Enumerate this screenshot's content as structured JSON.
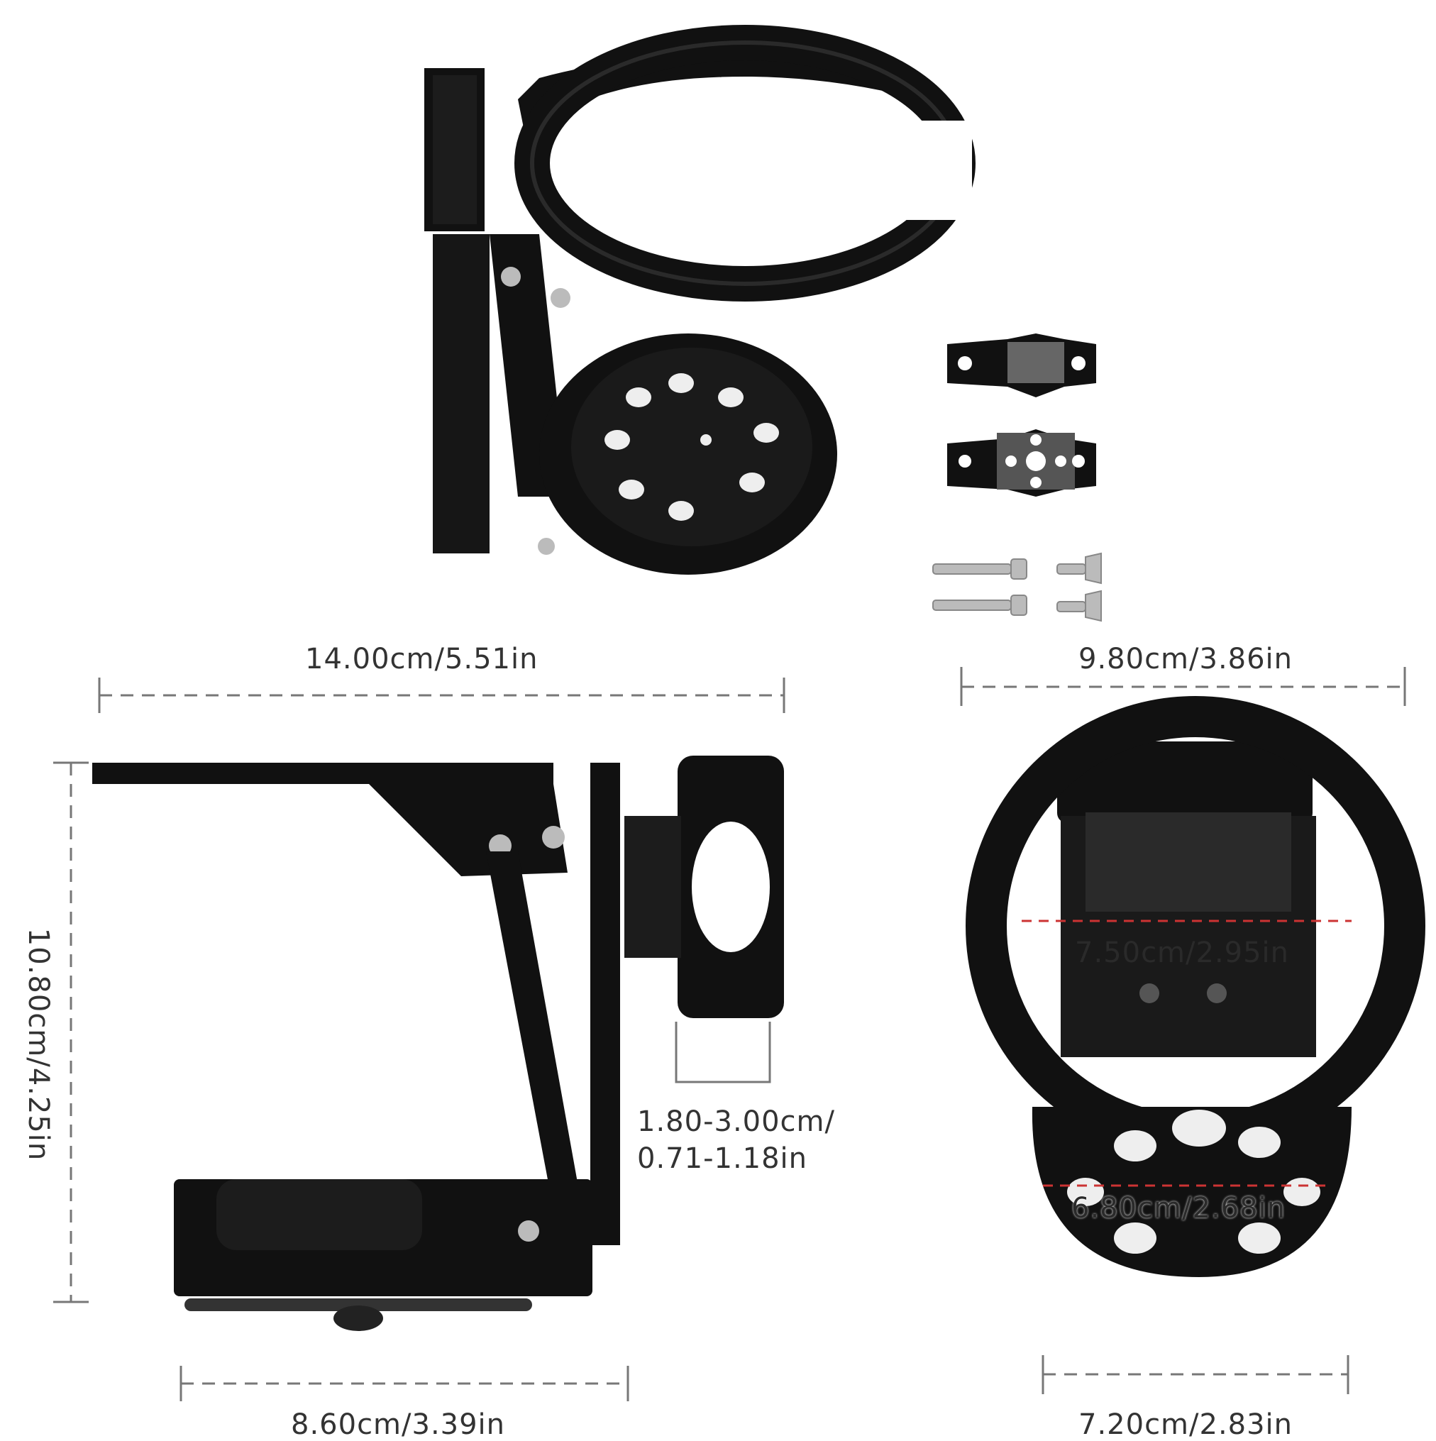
{
  "dimensions": {
    "width_top_left": "14.00cm/5.51in",
    "width_top_right": "9.80cm/3.86in",
    "height": "10.80cm/4.25in",
    "clamp_range_line1": "1.80-3.00cm/",
    "clamp_range_line2": "0.71-1.18in",
    "ring_inner": "7.50cm/2.95in",
    "base_inner": "6.80cm/2.68in",
    "width_bottom_left": "8.60cm/3.39in",
    "width_bottom_right": "7.20cm/2.83in"
  },
  "colors": {
    "product": "#111111",
    "dimension_line": "#777777",
    "accent_line": "#cc3333"
  }
}
